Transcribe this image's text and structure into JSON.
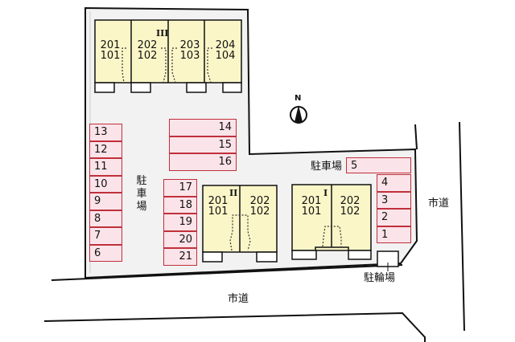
{
  "colors": {
    "lot": "#f2f2f2",
    "building": "#fbf6c8",
    "parking_fill": "#fbe3ea",
    "parking_border": "#c0303a",
    "line": "#111111"
  },
  "compass": {
    "label": "N"
  },
  "buildings": [
    {
      "name": "III",
      "units": [
        {
          "upper": "201",
          "lower": "101"
        },
        {
          "upper": "202",
          "lower": "102"
        },
        {
          "upper": "203",
          "lower": "103"
        },
        {
          "upper": "204",
          "lower": "104"
        }
      ]
    },
    {
      "name": "II",
      "units": [
        {
          "upper": "201",
          "lower": "101"
        },
        {
          "upper": "202",
          "lower": "102"
        }
      ]
    },
    {
      "name": "I",
      "units": [
        {
          "upper": "201",
          "lower": "101"
        },
        {
          "upper": "202",
          "lower": "102"
        }
      ]
    }
  ],
  "parking": {
    "left_column": [
      "13",
      "12",
      "11",
      "10",
      "9",
      "8",
      "7",
      "6"
    ],
    "top_middle": [
      "14",
      "15",
      "16"
    ],
    "middle_column": [
      "17",
      "18",
      "19",
      "20",
      "21"
    ],
    "right_top": [
      "5"
    ],
    "right_column": [
      "4",
      "3",
      "2",
      "1"
    ]
  },
  "labels": {
    "parking_left": [
      "駐",
      "車",
      "場"
    ],
    "parking_right": "駐車場",
    "bicycle_parking": "駐輪場",
    "road_right": "市道",
    "road_bottom": "市道"
  }
}
